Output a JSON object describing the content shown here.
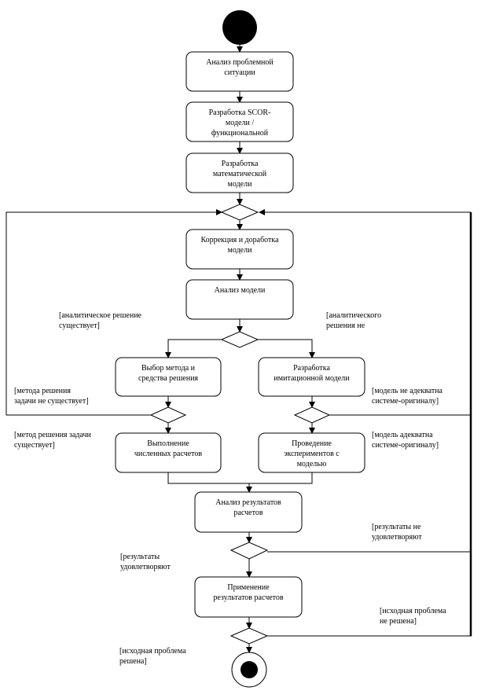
{
  "nodes": {
    "a1": [
      "Анализ проблемной",
      "ситуации"
    ],
    "a2": [
      "Разработка SCOR-",
      "модели /",
      "функциональной"
    ],
    "a3": [
      "Разработка",
      "математической",
      "модели"
    ],
    "a4": [
      "Коррекция и доработка",
      "модели"
    ],
    "a5": [
      "Анализ модели"
    ],
    "a6": [
      "Выбор метода и",
      "средства решения"
    ],
    "a7": [
      "Разработка",
      "имитационной модели"
    ],
    "a8": [
      "Выполнение",
      "численных расчетов"
    ],
    "a9": [
      "Проведение",
      "экспериментов с",
      "моделью"
    ],
    "a10": [
      "Анализ результатов",
      "расчетов"
    ],
    "a11": [
      "Применение",
      "результатов расчетов"
    ]
  },
  "guards": {
    "g1": [
      "[аналитическое решение",
      "существует]"
    ],
    "g2": [
      "[аналитического",
      "решения не"
    ],
    "g3": [
      "[метода решения",
      "задачи не существует]"
    ],
    "g4": [
      "[модель не адекватна",
      "системе-оригиналу]"
    ],
    "g5": [
      "[метод решения задачи",
      "существует]"
    ],
    "g6": [
      "[модель адекватна",
      "системе-оригиналу]"
    ],
    "g7": [
      "[результаты не",
      "удовлетворяют"
    ],
    "g8": [
      "[результаты",
      "удовлетворяют"
    ],
    "g9": [
      "[исходная проблема",
      "не решена]"
    ],
    "g10": [
      "[исходная проблема",
      "решена]"
    ]
  }
}
